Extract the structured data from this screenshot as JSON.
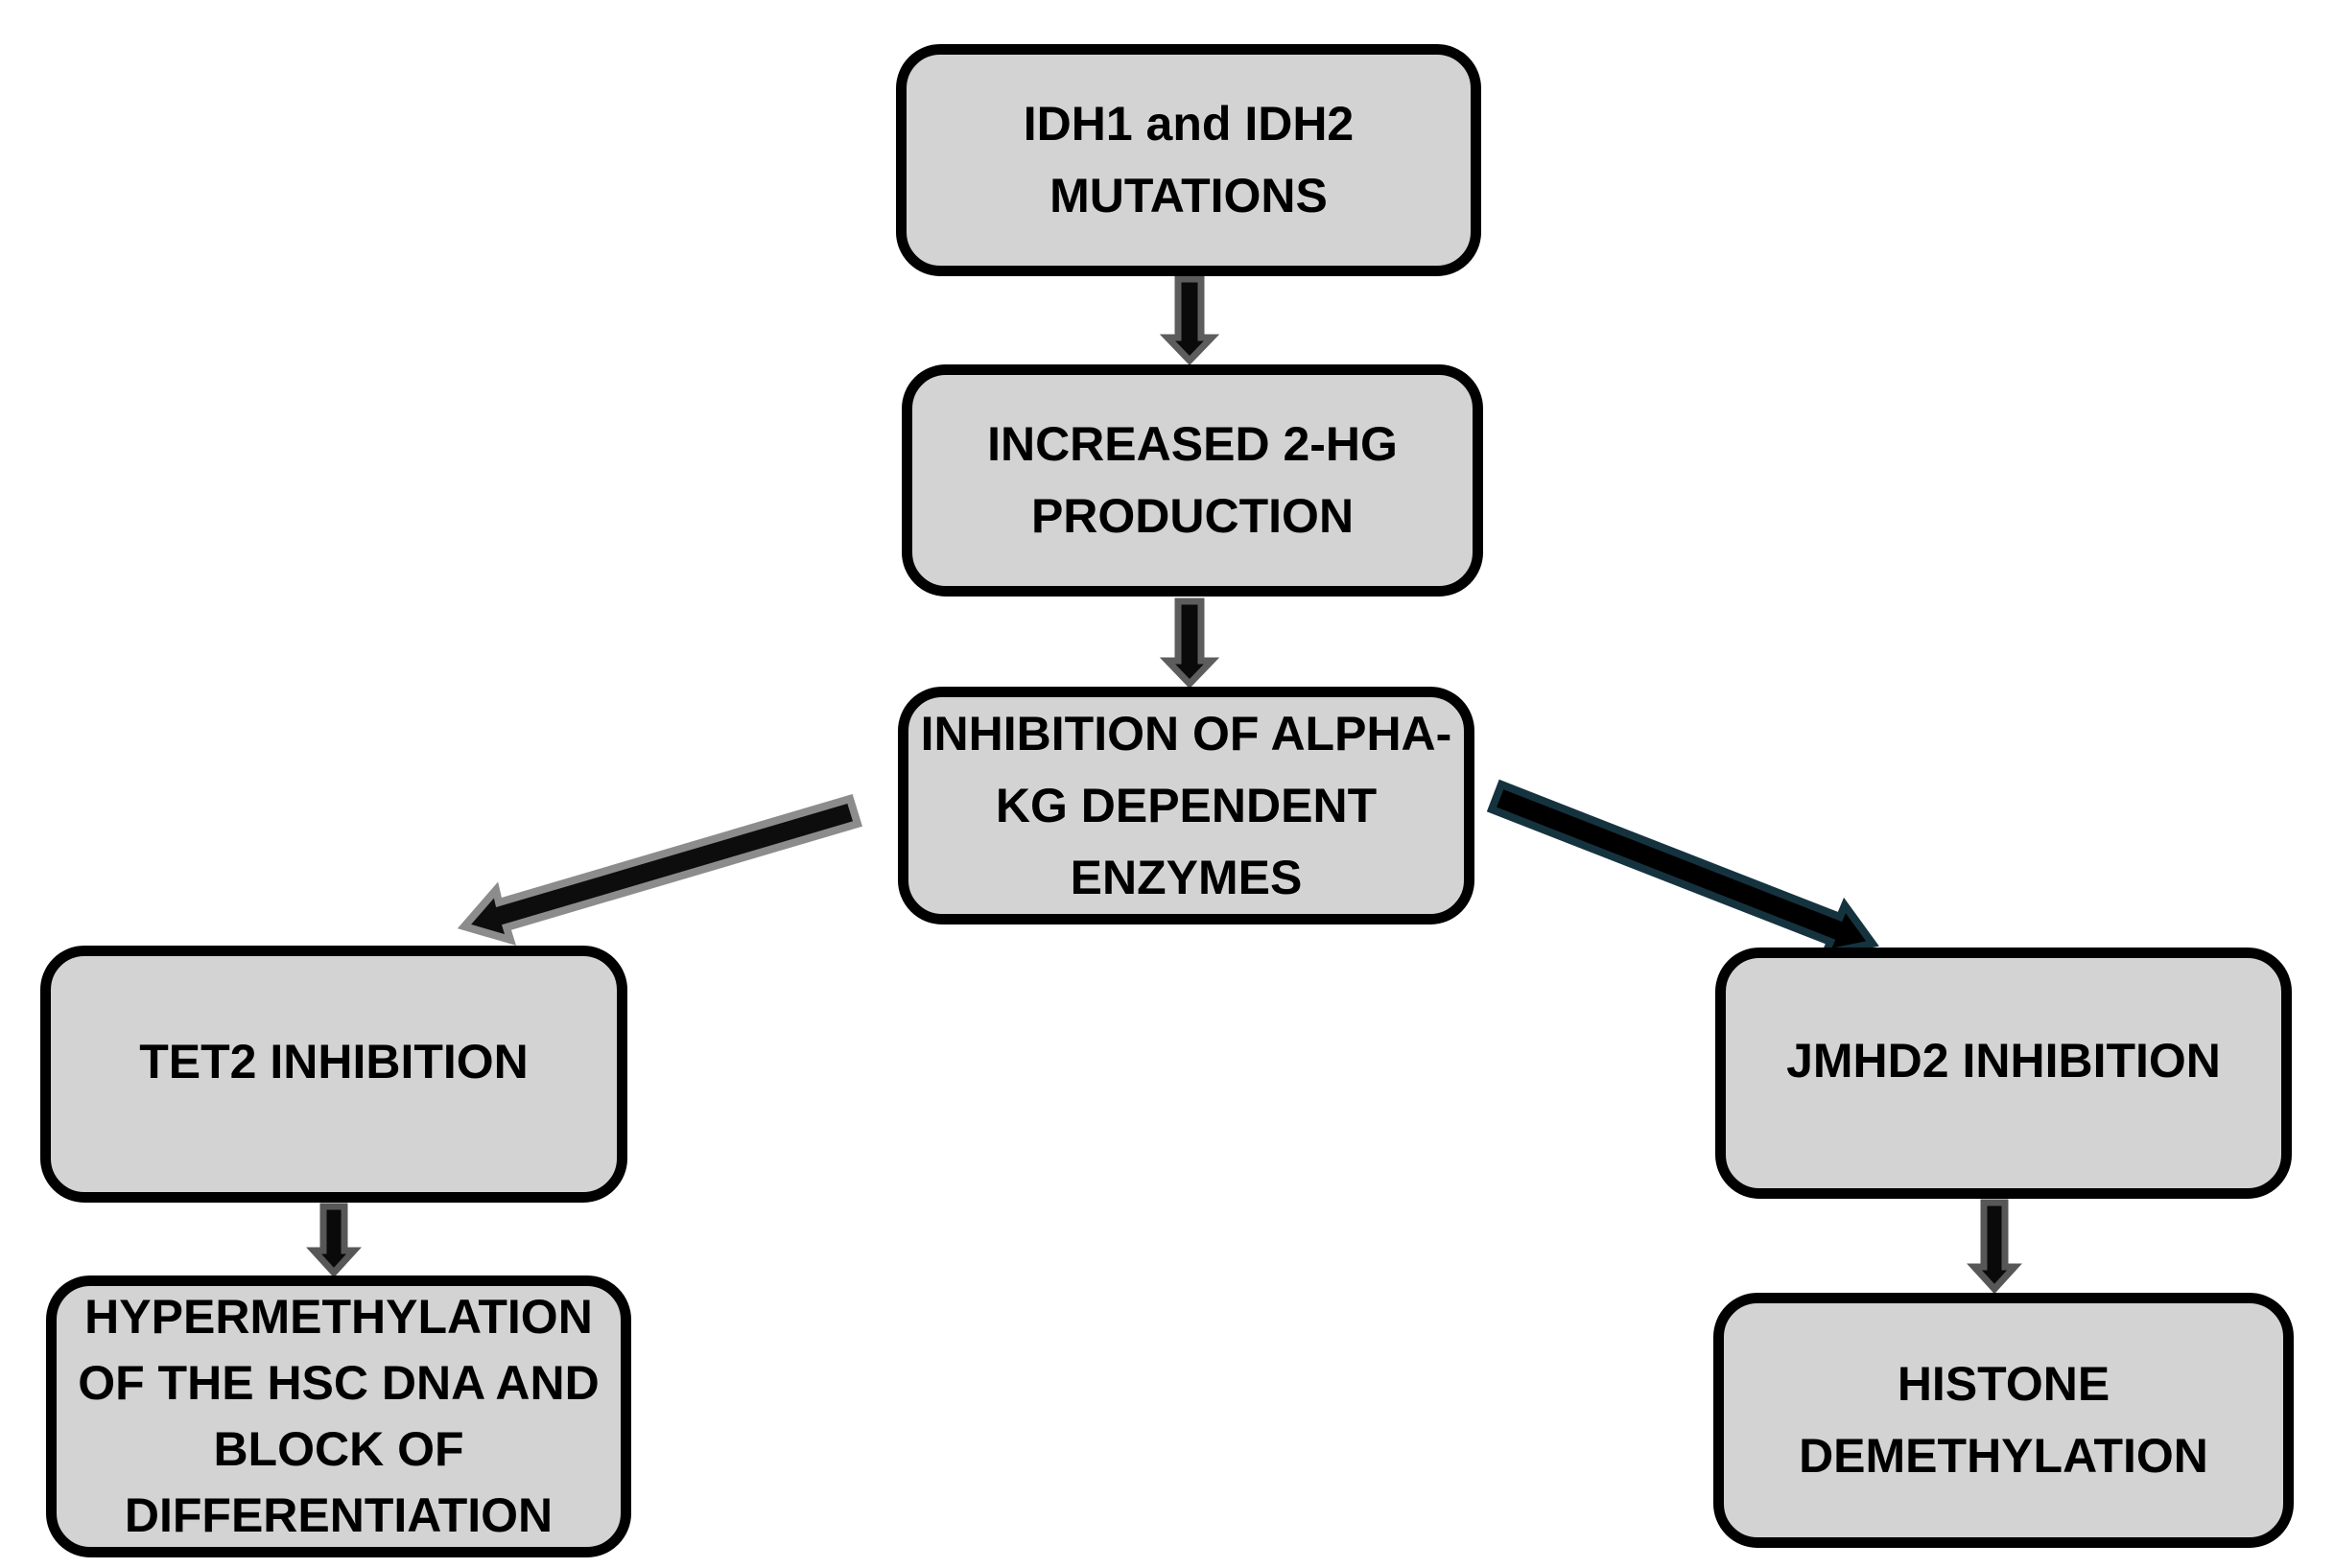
{
  "diagram": {
    "background_color": "#ffffff",
    "node_fill_color": "#d3d3d3",
    "node_border_color": "#000000",
    "text_color": "#000000",
    "nodes": {
      "idh_mutations": {
        "label": "IDH1 and IDH2\nMUTATIONS"
      },
      "increased_2hg": {
        "label": "INCREASED 2-HG\nPRODUCTION"
      },
      "inhibition_alpha_kg": {
        "label": "INHIBITION OF ALPHA-\nKG DEPENDENT\nENZYMES"
      },
      "tet2_inhibition": {
        "label": "TET2 INHIBITION"
      },
      "hypermethylation": {
        "label": "HYPERMETHYLATION\nOF THE HSC DNA AND\nBLOCK OF\nDIFFERENTIATION"
      },
      "jmhd2_inhibition": {
        "label": "JMHD2 INHIBITION"
      },
      "histone_demethylation": {
        "label": "HISTONE\nDEMETHYLATION"
      }
    },
    "edges": [
      {
        "from": "idh_mutations",
        "to": "increased_2hg",
        "arrow_fill": "#0a0a0a",
        "arrow_outline": "#5d5d5d"
      },
      {
        "from": "increased_2hg",
        "to": "inhibition_alpha_kg",
        "arrow_fill": "#0a0a0a",
        "arrow_outline": "#5d5d5d"
      },
      {
        "from": "inhibition_alpha_kg",
        "to": "tet2_inhibition",
        "arrow_fill": "#0d0d0d",
        "arrow_outline": "#8c8c8c"
      },
      {
        "from": "inhibition_alpha_kg",
        "to": "jmhd2_inhibition",
        "arrow_fill": "#000000",
        "arrow_outline": "#15333f"
      },
      {
        "from": "tet2_inhibition",
        "to": "hypermethylation",
        "arrow_fill": "#0a0a0a",
        "arrow_outline": "#575757"
      },
      {
        "from": "jmhd2_inhibition",
        "to": "histone_demethylation",
        "arrow_fill": "#0a0a0a",
        "arrow_outline": "#575757"
      }
    ]
  }
}
